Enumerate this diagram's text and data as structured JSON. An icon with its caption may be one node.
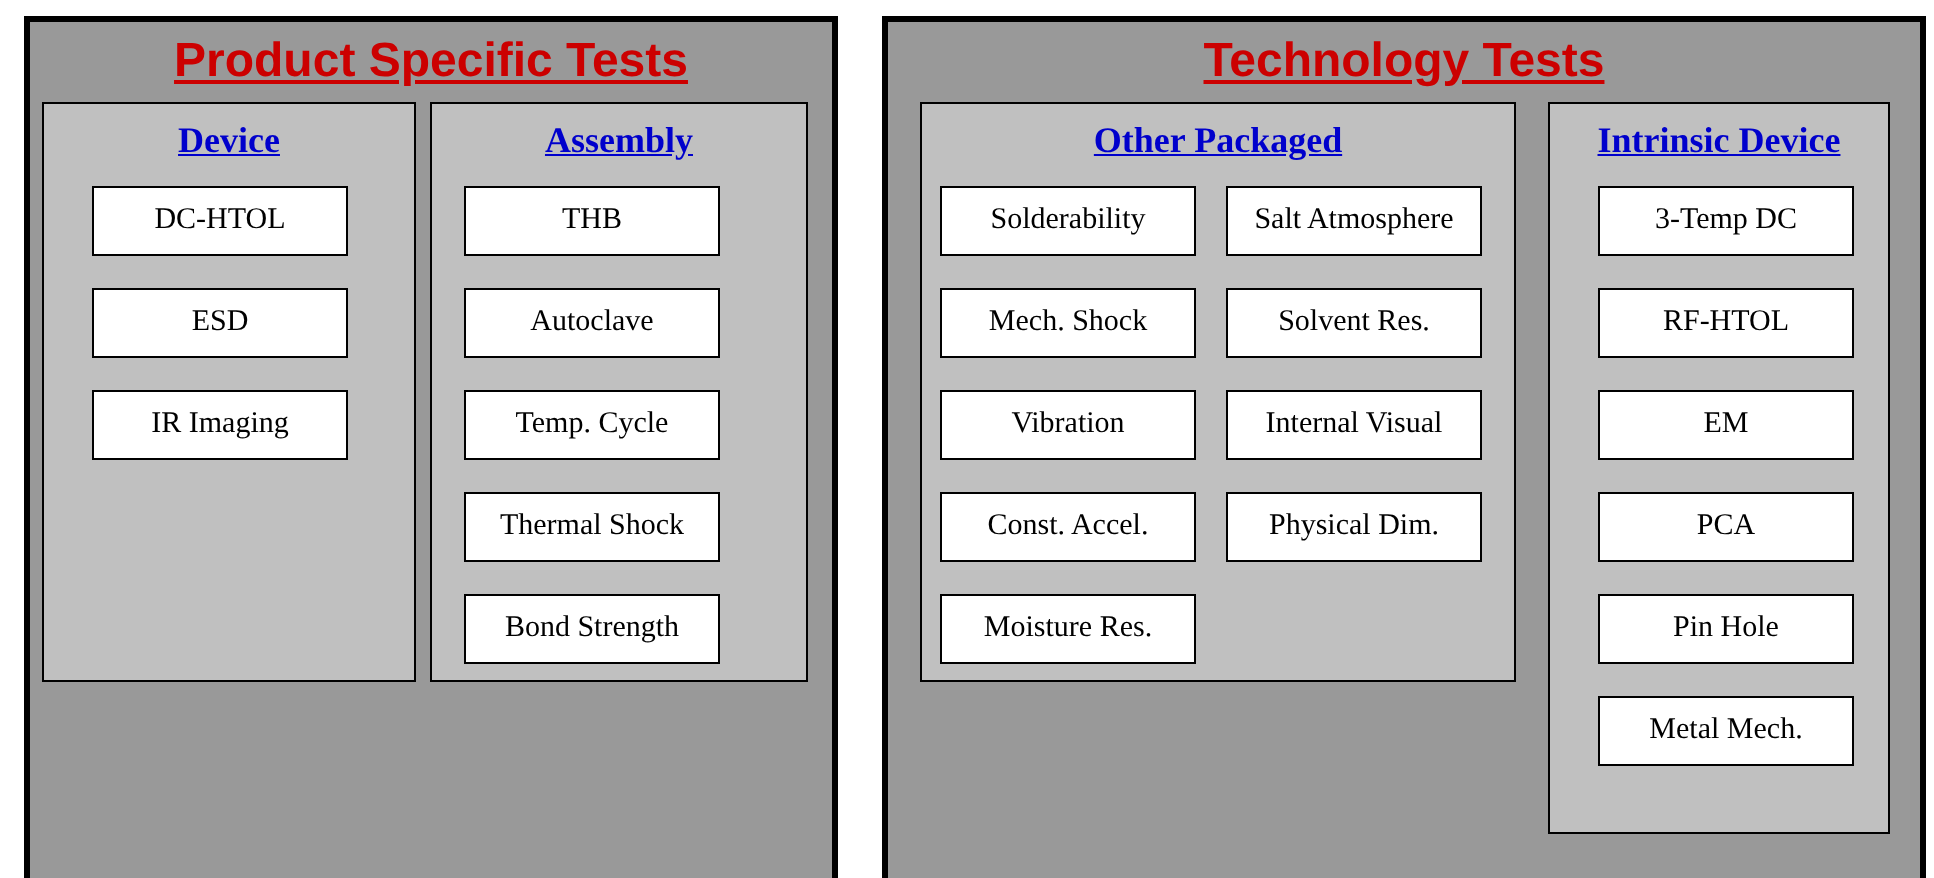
{
  "diagram": {
    "nodes": [
      {
        "text": [
          "Product Specific Tests"
        ]
      },
      {
        "text": [
          "Device"
        ],
        "in": 0
      },
      {
        "text": [
          "DC-HTOL"
        ],
        "in": 1
      },
      {
        "text": [
          "ESD"
        ],
        "in": 1
      },
      {
        "text": [
          "IR Imaging"
        ],
        "in": 1
      },
      {
        "text": [
          "Assembly"
        ],
        "in": 0
      },
      {
        "text": [
          "THB"
        ],
        "in": 5
      },
      {
        "text": [
          "Autoclave"
        ],
        "in": 5
      },
      {
        "text": [
          "Temp. Cycle"
        ],
        "in": 5
      },
      {
        "text": [
          "Thermal Shock"
        ],
        "in": 5
      },
      {
        "text": [
          "Bond Strength"
        ],
        "in": 5
      },
      {
        "text": [
          "Technology Tests"
        ]
      },
      {
        "text": [
          "Other Packaged"
        ],
        "in": 11
      },
      {
        "text": [
          "Solderability"
        ],
        "in": 12
      },
      {
        "text": [
          "Salt Atmosphere"
        ],
        "in": 12
      },
      {
        "text": [
          "Mech. Shock"
        ],
        "in": 12
      },
      {
        "text": [
          "Solvent Res."
        ],
        "in": 12
      },
      {
        "text": [
          "Vibration"
        ],
        "in": 12
      },
      {
        "text": [
          "Internal Visual"
        ],
        "in": 12
      },
      {
        "text": [
          "Const. Accel."
        ],
        "in": 12
      },
      {
        "text": [
          "Physical Dim."
        ],
        "in": 12
      },
      {
        "text": [
          "Moisture Res."
        ],
        "in": 12
      },
      {
        "text": [
          "Intrinsic Device"
        ],
        "in": 11
      },
      {
        "text": [
          "3-Temp DC"
        ],
        "in": 22
      },
      {
        "text": [
          "RF-HTOL"
        ],
        "in": 22
      },
      {
        "text": [
          "EM"
        ],
        "in": 22
      },
      {
        "text": [
          "PCA"
        ],
        "in": 22
      },
      {
        "text": [
          "Pin Hole"
        ],
        "in": 22
      },
      {
        "text": [
          "Metal Mech."
        ],
        "in": 22
      }
    ],
    "edges": []
  }
}
